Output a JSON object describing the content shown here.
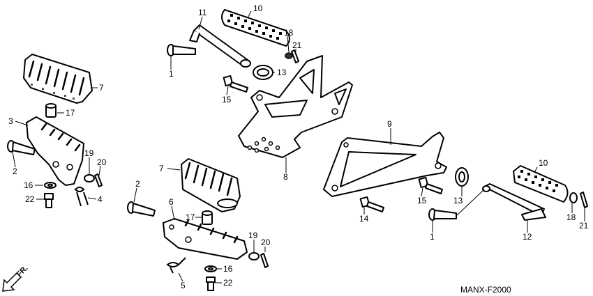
{
  "callouts": [
    "11",
    "10",
    "18",
    "21",
    "1",
    "13",
    "7",
    "15",
    "17",
    "3",
    "9",
    "19",
    "20",
    "2",
    "16",
    "22",
    "4",
    "7",
    "10",
    "8",
    "2",
    "6",
    "15",
    "13",
    "14",
    "17",
    "1",
    "18",
    "21",
    "12",
    "19",
    "20",
    "16",
    "5",
    "22"
  ],
  "diagram_code": "MANX-F2000",
  "direction_label": "FR.",
  "icons": {
    "direction_arrow": "arrow-down-left-icon"
  }
}
